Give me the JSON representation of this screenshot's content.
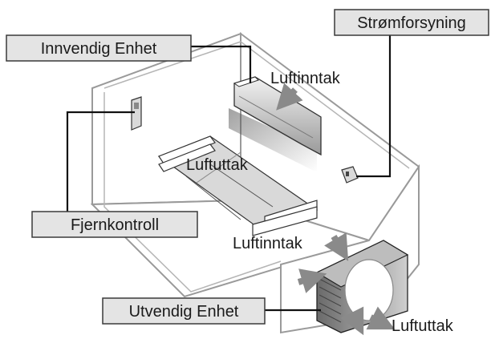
{
  "labels": {
    "indoor_unit": "Innvendig Enhet",
    "power_supply": "Strømforsyning",
    "remote_control": "Fjernkontroll",
    "outdoor_unit": "Utvendig Enhet"
  },
  "annotations": {
    "indoor_air_intake": "Luftinntak",
    "indoor_air_outlet": "Luftuttak",
    "outdoor_air_intake": "Luftinntak",
    "outdoor_air_outlet": "Luftuttak"
  },
  "icons": {
    "airflow_arrow": "airflow-arrow-icon"
  },
  "colors": {
    "label_box_fill": "#e4e4e4",
    "line": "#111111"
  }
}
